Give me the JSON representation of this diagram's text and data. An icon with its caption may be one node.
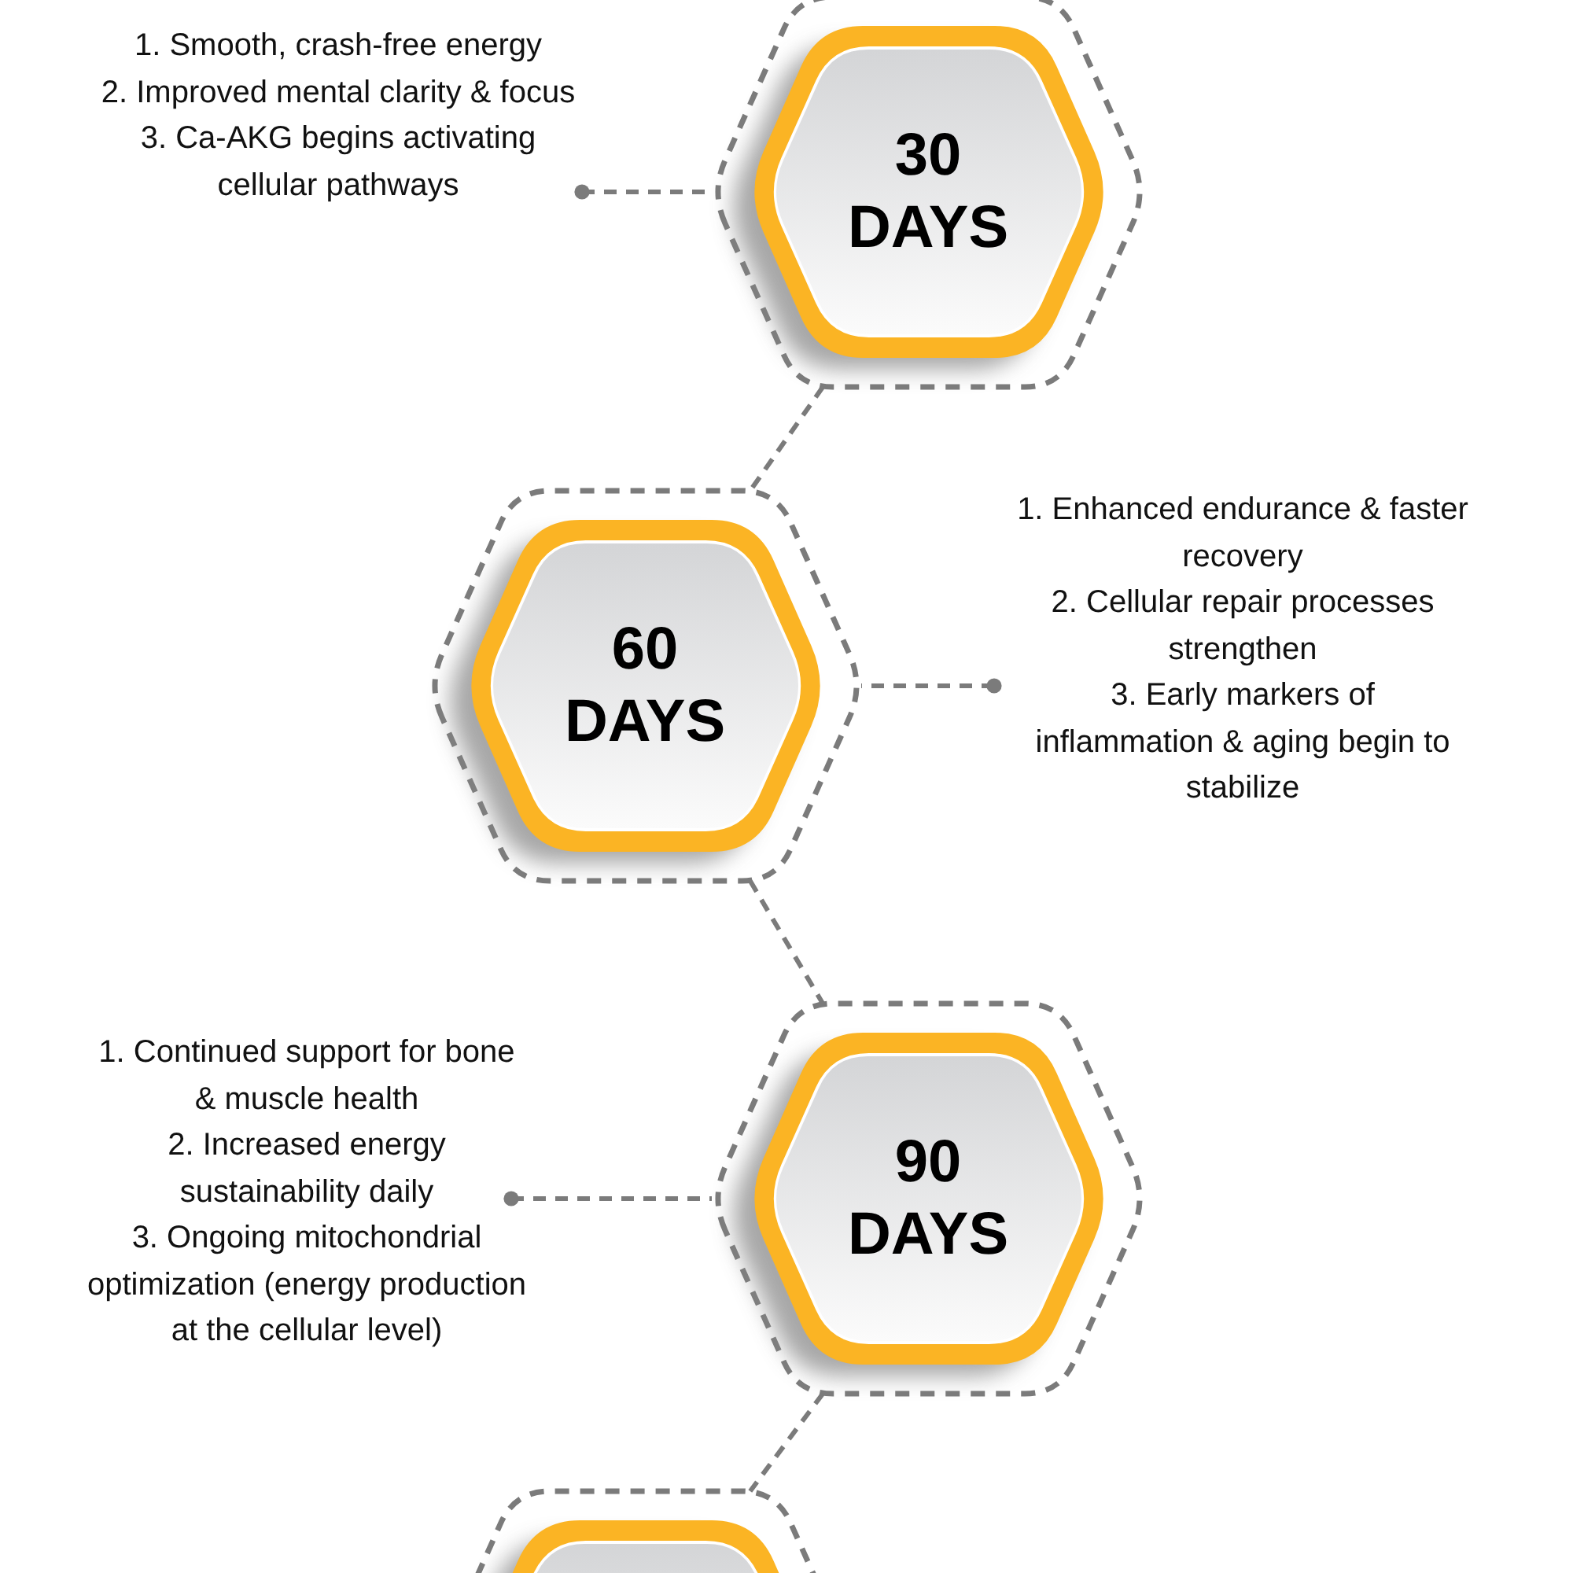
{
  "diagram": {
    "nodes": [
      {
        "text": [
          "1. Smooth, crash-free energy",
          "2. Improved mental clarity & focus",
          "3. Ca-AKG begins activating cellular pathways"
        ]
      },
      {
        "text": [
          "30 DAYS"
        ]
      },
      {
        "text": [
          "60 DAYS"
        ]
      },
      {
        "text": [
          "1. Enhanced endurance & faster recovery",
          "2. Cellular repair processes strengthen",
          "3. Early markers of inflammation & aging begin to stabilize"
        ]
      },
      {
        "text": [
          "1. Continued support for bone & muscle health",
          "2. Increased energy sustainability daily",
          "3. Ongoing mitochondrial optimization (energy production at the cellular level)"
        ]
      },
      {
        "text": [
          "90 DAYS"
        ]
      },
      {
        "text": [],
        "shape": "hexagon"
      }
    ],
    "edges": [
      {
        "from": 0,
        "to": 1,
        "arrow": "other",
        "style": "dashed"
      },
      {
        "from": 1,
        "to": 2,
        "arrow": "none",
        "style": "dashed"
      },
      {
        "from": 3,
        "to": 2,
        "arrow": "other",
        "style": "dashed"
      },
      {
        "from": 2,
        "to": 5,
        "arrow": "none",
        "style": "dashed"
      },
      {
        "from": 4,
        "to": 5,
        "arrow": "other",
        "style": "dashed"
      },
      {
        "from": 5,
        "to": 6,
        "arrow": "none",
        "style": "dashed"
      }
    ]
  }
}
